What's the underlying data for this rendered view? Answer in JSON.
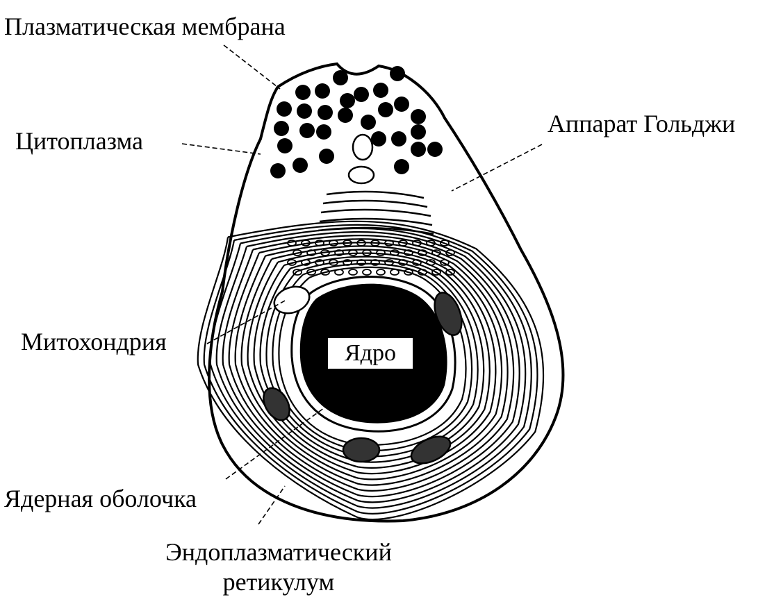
{
  "diagram": {
    "labels": {
      "membrane": "Плазматическая мембрана",
      "cytoplasm": "Цитоплазма",
      "golgi": "Аппарат Гольджи",
      "mitochondrion": "Митохондрия",
      "nucleus": "Ядро",
      "nuclear_envelope": "Ядерная оболочка",
      "er_line1": "Эндоплазматический",
      "er_line2": "ретикулум"
    }
  }
}
